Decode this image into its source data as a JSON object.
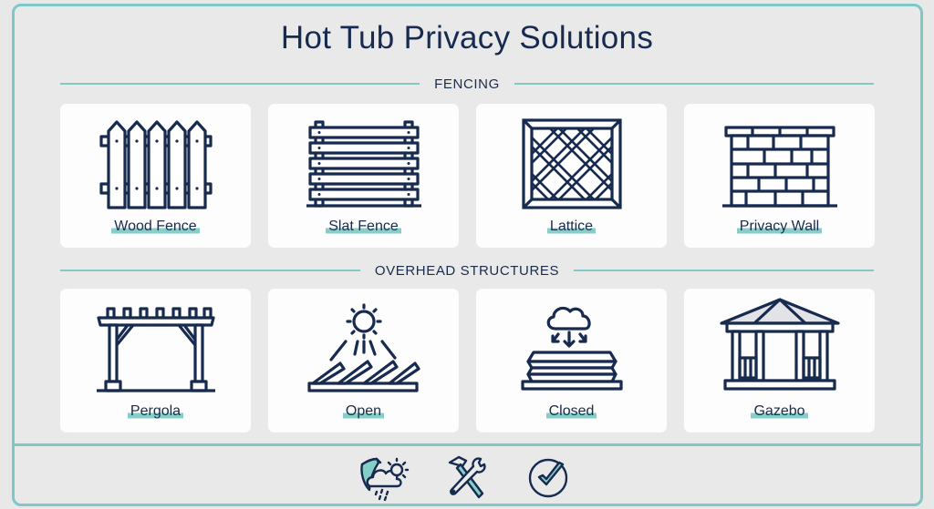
{
  "title": "Hot Tub Privacy Solutions",
  "colors": {
    "navy": "#172a4f",
    "teal": "#7fc7c5",
    "highlight": "#86cfc9",
    "card": "#fdfdfd",
    "background": "#e9e9e9"
  },
  "sections": [
    {
      "label": "FENCING",
      "items": [
        {
          "label": "Wood Fence",
          "icon": "picket-fence-icon"
        },
        {
          "label": "Slat Fence",
          "icon": "slat-fence-icon"
        },
        {
          "label": "Lattice",
          "icon": "lattice-icon"
        },
        {
          "label": "Privacy Wall",
          "icon": "brick-wall-icon"
        }
      ]
    },
    {
      "label": "OVERHEAD STRUCTURES",
      "items": [
        {
          "label": "Pergola",
          "icon": "pergola-icon"
        },
        {
          "label": "Open",
          "icon": "open-louvers-sun-icon"
        },
        {
          "label": "Closed",
          "icon": "closed-louvers-cloud-icon"
        },
        {
          "label": "Gazebo",
          "icon": "gazebo-icon"
        }
      ]
    }
  ],
  "footer": {
    "icons": [
      "weather-protection-icon",
      "tools-icon",
      "checkmark-circle-icon"
    ]
  }
}
